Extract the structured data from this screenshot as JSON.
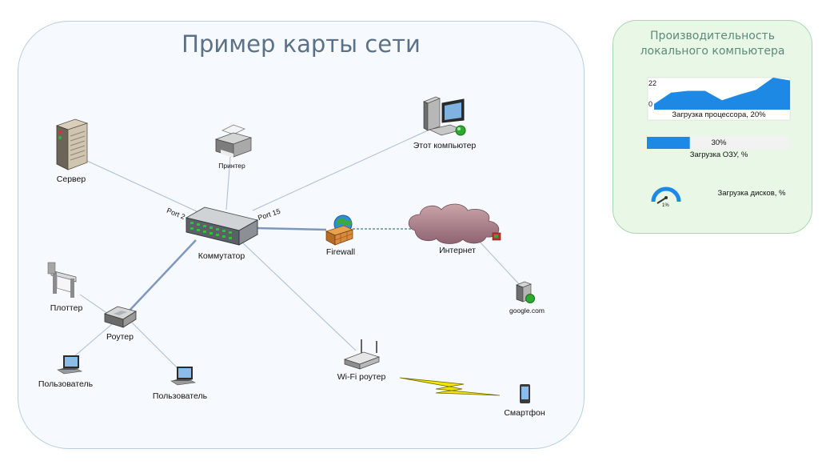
{
  "map": {
    "title": "Пример карты сети",
    "nodes": {
      "server": "Сервер",
      "printer": "Принтер",
      "this_computer": "Этот компьютер",
      "switch": "Коммутатор",
      "firewall": "Firewall",
      "internet": "Интернет",
      "google": "google.com",
      "plotter": "Плоттер",
      "router": "Роутер",
      "user1": "Пользователь",
      "user2": "Пользователь",
      "wifi_router": "Wi-Fi роутер",
      "smartphone": "Смартфон"
    },
    "ports": {
      "port_left": "Port 2",
      "port_right": "Port 15"
    }
  },
  "perf": {
    "title_line1": "Производительность",
    "title_line2": "локального компьютера",
    "cpu": {
      "caption": "Загрузка процессора, 20%",
      "y_max_label": "22",
      "y_min_label": "0",
      "values": [
        6,
        18,
        20,
        20,
        10,
        16,
        21,
        34,
        31
      ]
    },
    "ram": {
      "percent_label": "30%",
      "caption": "Загрузка ОЗУ, %",
      "fraction": 0.3
    },
    "disk": {
      "caption": "Загрузка дисков, %",
      "value_label": "1%",
      "fraction": 0.01
    },
    "colors": {
      "accent": "#1e88e5",
      "panel_bg": "#e9f7e7",
      "map_bg": "#f6f9fd"
    }
  }
}
